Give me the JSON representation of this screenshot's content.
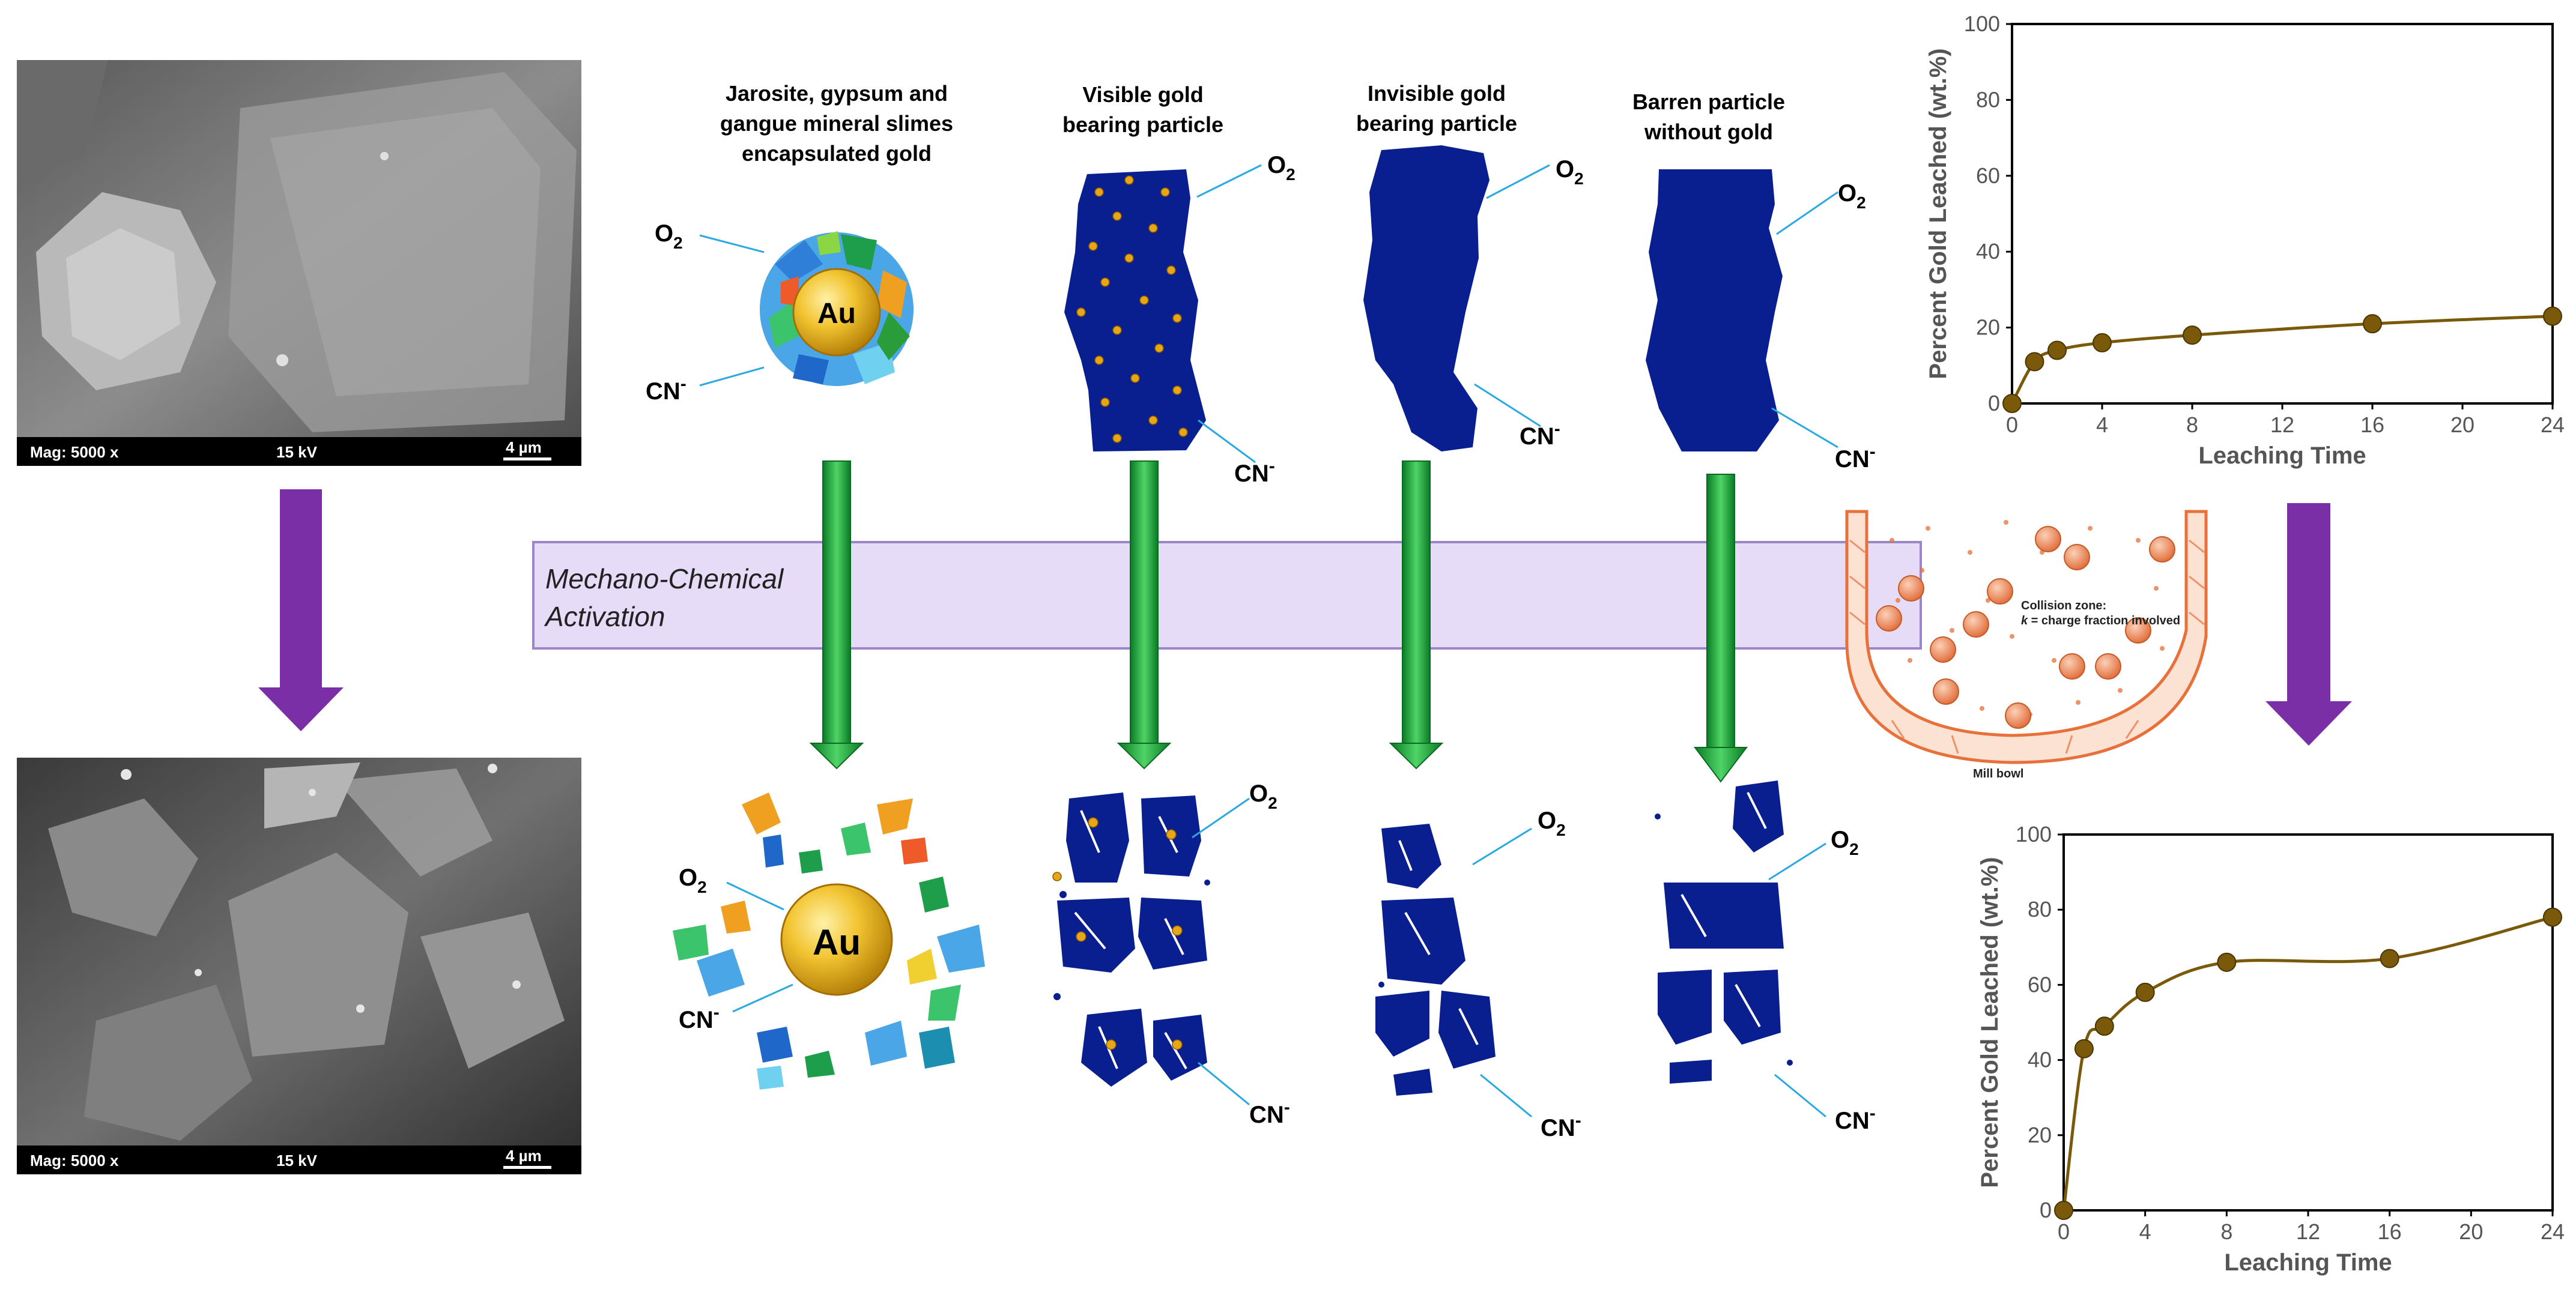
{
  "sem": {
    "before": {
      "mag": "Mag: 5000 x",
      "kv": "15 kV",
      "scale": "4 µm"
    },
    "after": {
      "mag": "Mag: 5000 x",
      "kv": "15 kV",
      "scale": "4 µm"
    }
  },
  "activation_label_line1": "Mechano-Chemical",
  "activation_label_line2": "Activation",
  "columns": [
    {
      "title_lines": [
        "Jarosite, gypsum and",
        "gangue mineral slimes",
        "encapsulated gold"
      ]
    },
    {
      "title_lines": [
        "Visible gold",
        "bearing particle"
      ]
    },
    {
      "title_lines": [
        "Invisible gold",
        "bearing particle"
      ]
    },
    {
      "title_lines": [
        "Barren particle",
        "without gold"
      ]
    }
  ],
  "labels": {
    "o2_main": "O",
    "o2_sub": "2",
    "cn_main": "CN",
    "cn_sup": "-",
    "au": "Au"
  },
  "mill": {
    "zone_line1": "Collision zone:",
    "zone_k": "k",
    "zone_line2": " = charge fraction involved",
    "bowl_label": "Mill bowl"
  },
  "colors": {
    "particle": "#0a1f8f",
    "gold": "#e6a617",
    "arrow_green": "#1fa83a",
    "arrow_purple": "#7b2fa6",
    "leader": "#29a9e1",
    "series": "#7a5a0a",
    "band_fill": "#e6dcf7",
    "mill": "#e8703a"
  },
  "chart_data": [
    {
      "type": "line",
      "title": "",
      "xlabel": "Leaching Time",
      "ylabel": "Percent Gold Leached (wt.%)",
      "xlim": [
        0,
        24
      ],
      "ylim": [
        0,
        100
      ],
      "xticks": [
        0,
        4,
        8,
        12,
        16,
        20,
        24
      ],
      "yticks": [
        0,
        20,
        40,
        60,
        80,
        100
      ],
      "series": [
        {
          "x": [
            0,
            1,
            2,
            4,
            8,
            16,
            24
          ],
          "y": [
            0,
            11,
            14,
            16,
            18,
            21,
            23
          ]
        }
      ]
    },
    {
      "type": "line",
      "title": "",
      "xlabel": "Leaching Time",
      "ylabel": "Percent Gold Leached (wt.%)",
      "xlim": [
        0,
        24
      ],
      "ylim": [
        0,
        100
      ],
      "xticks": [
        0,
        4,
        8,
        12,
        16,
        20,
        24
      ],
      "yticks": [
        0,
        20,
        40,
        60,
        80,
        100
      ],
      "series": [
        {
          "x": [
            0,
            1,
            2,
            4,
            8,
            16,
            24
          ],
          "y": [
            0,
            43,
            49,
            58,
            66,
            67,
            78
          ]
        }
      ]
    }
  ]
}
